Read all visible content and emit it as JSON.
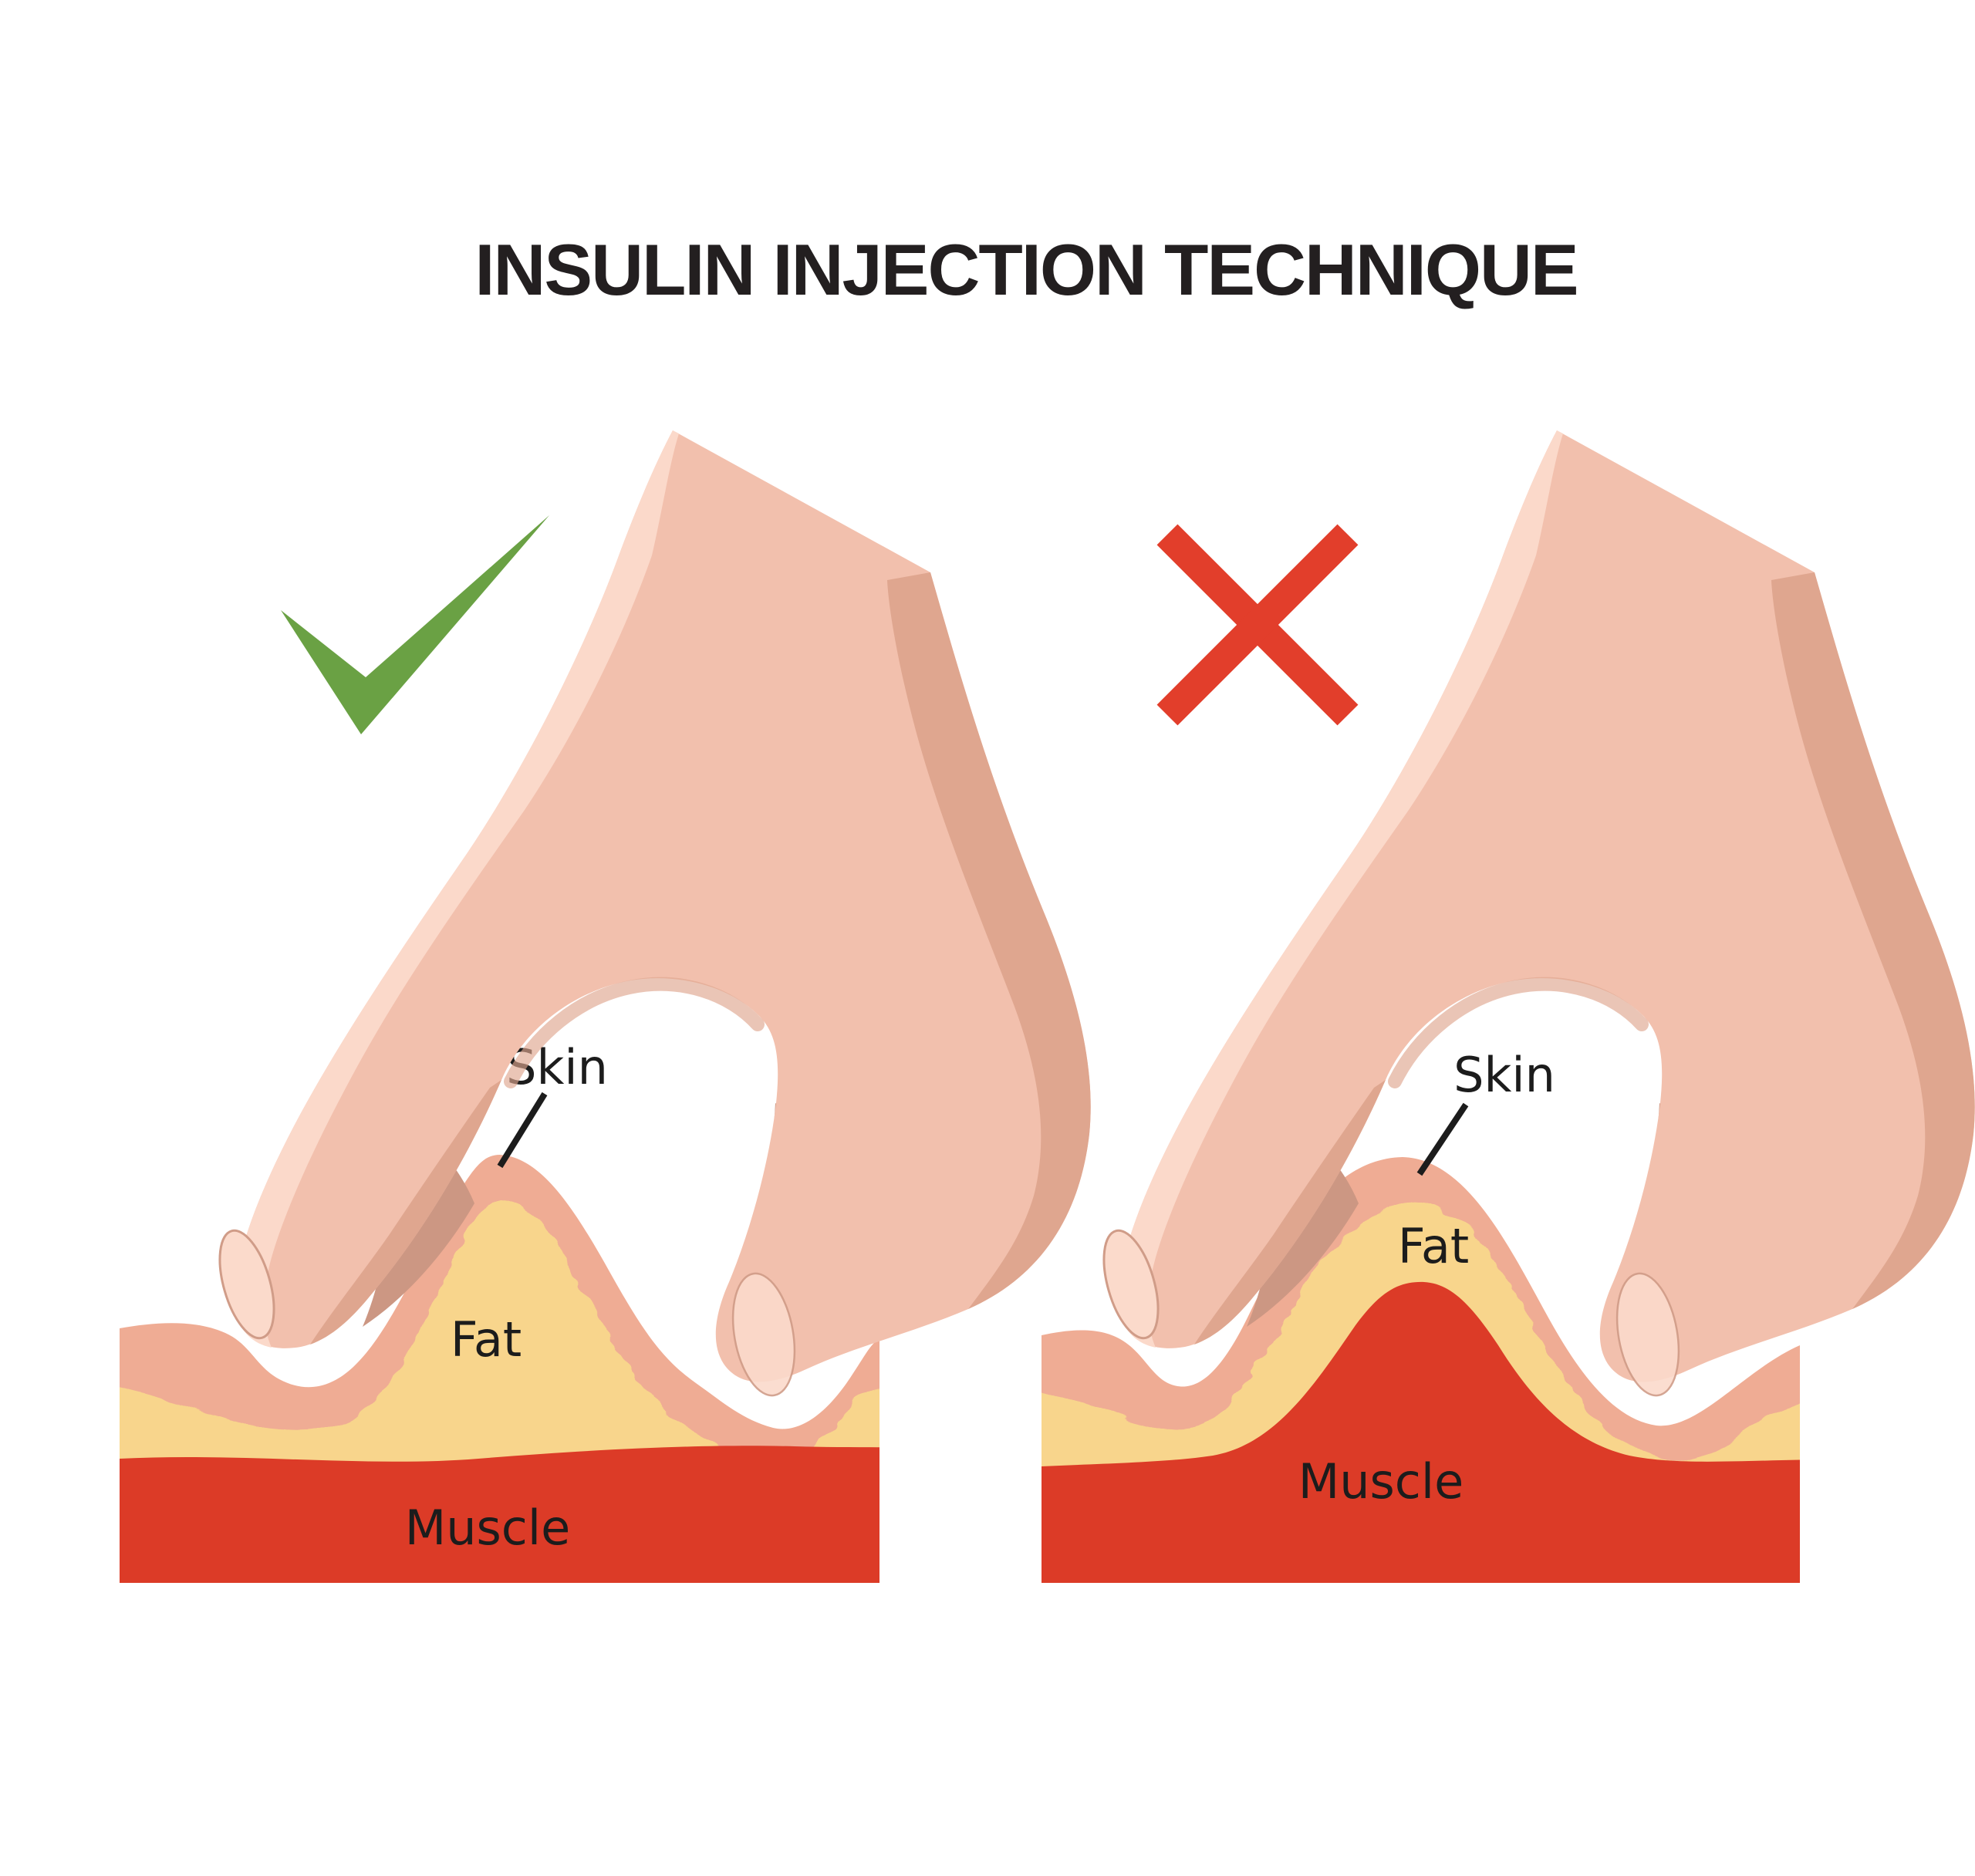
{
  "title": "INSULIN INJECTION TECHNIQUE",
  "left_panel": {
    "verdict": "correct",
    "icon": "check-icon",
    "labels": {
      "skin": "Skin",
      "fat": "Fat",
      "muscle": "Muscle"
    }
  },
  "right_panel": {
    "verdict": "incorrect",
    "icon": "cross-icon",
    "labels": {
      "skin": "Skin",
      "fat": "Fat",
      "muscle": "Muscle"
    }
  },
  "colors": {
    "ink": "#231f20",
    "label_ink": "#1c1c1c",
    "check_green": "#6aa144",
    "cross_red": "#e23e2b",
    "skin": "#efac94",
    "fat": "#f8d58c",
    "muscle": "#dc3b27",
    "hand": "#f2c0ad",
    "hand_light": "#fbd9ca",
    "hand_shade": "#dfa68f",
    "hand_deep": "#cc9783",
    "nail": "#fbdacb",
    "nail_stroke": "#d09c88",
    "background": "#ffffff"
  }
}
